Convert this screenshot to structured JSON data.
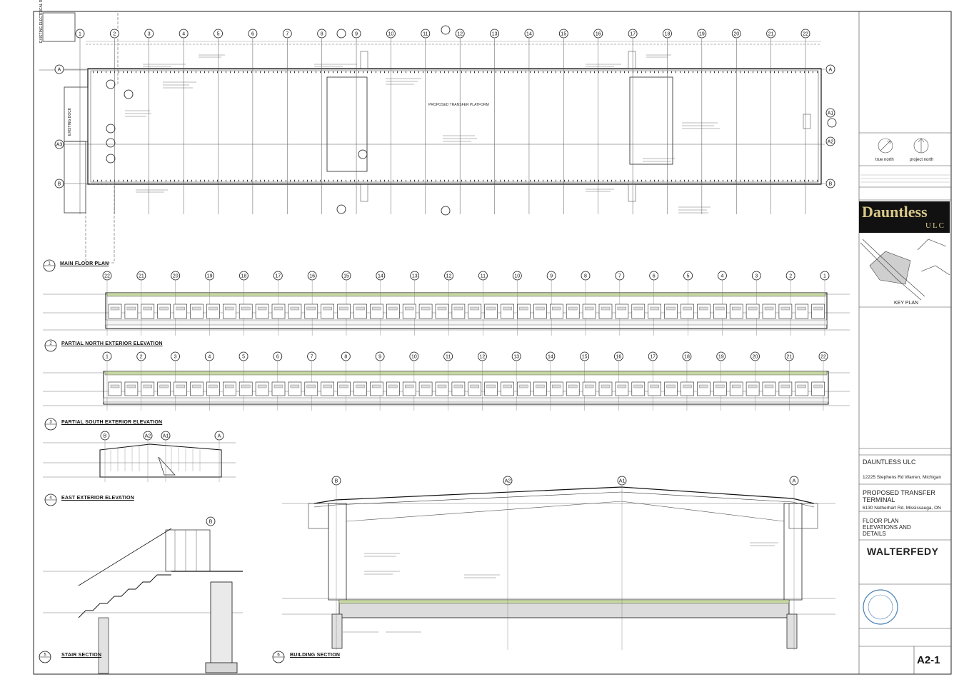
{
  "plan": {
    "grid_top": [
      "1",
      "2",
      "3",
      "4",
      "5",
      "6",
      "7",
      "8",
      "9",
      "10",
      "11",
      "12",
      "13",
      "14",
      "15",
      "16",
      "17",
      "18",
      "19",
      "20",
      "21",
      "22"
    ],
    "grid_left": [
      "A",
      "A3",
      "B"
    ],
    "grid_right": [
      "A",
      "A1",
      "A2",
      "B"
    ],
    "transfer_label": "PROPOSED TRANSFER PLATFORM",
    "existing_room_label": "EXISTING ELECTRICAL ROOM",
    "existing_dock_label": "EXISTING DOCK"
  },
  "views": {
    "v1": {
      "num": "1",
      "title": "MAIN FLOOR PLAN"
    },
    "v2": {
      "num": "2",
      "title": "PARTIAL NORTH EXTERIOR ELEVATION"
    },
    "v3": {
      "num": "3",
      "title": "PARTIAL SOUTH EXTERIOR ELEVATION"
    },
    "v4": {
      "num": "4",
      "title": "EAST EXTERIOR ELEVATION"
    },
    "v5": {
      "num": "5",
      "title": "STAIR SECTION"
    },
    "v6": {
      "num": "6",
      "title": "BUILDING SECTION"
    }
  },
  "north_grid": [
    "22",
    "21",
    "20",
    "19",
    "18",
    "17",
    "16",
    "15",
    "14",
    "13",
    "12",
    "11",
    "10",
    "9",
    "8",
    "7",
    "6",
    "5",
    "4",
    "3",
    "2",
    "1"
  ],
  "south_grid": [
    "1",
    "2",
    "3",
    "4",
    "5",
    "6",
    "7",
    "8",
    "9",
    "10",
    "11",
    "12",
    "13",
    "14",
    "15",
    "16",
    "17",
    "18",
    "19",
    "20",
    "21",
    "22"
  ],
  "east_grid": [
    "B",
    "A2",
    "A1",
    "A"
  ],
  "section_grid": [
    "B",
    "A2",
    "A1",
    "A"
  ],
  "stair_grid": [
    "B"
  ],
  "titleblock": {
    "north1": "true north",
    "north2": "project north",
    "brand": "Dauntless",
    "brand_sub": "ULC",
    "keyplan": "KEY PLAN",
    "client": "DAUNTLESS ULC",
    "client_addr": "12225 Stephens Rd Warren, Michigan",
    "project1": "PROPOSED TRANSFER",
    "project2": "TERMINAL",
    "project_addr": "6130 Netherhart Rd. Mississauga, ON",
    "title1": "FLOOR PLAN",
    "title2": "ELEVATIONS AND",
    "title3": "DETAILS",
    "firm": "WALTERFEDY",
    "sheet": "A2-1"
  }
}
